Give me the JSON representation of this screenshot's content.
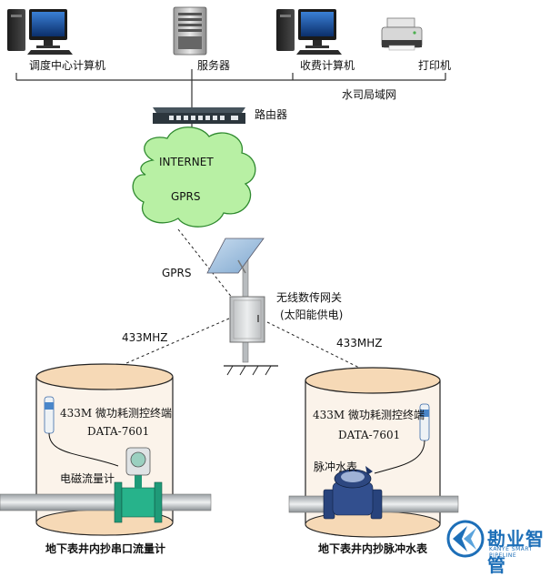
{
  "labels": {
    "dispatch_pc": "调度中心计算机",
    "server": "服务器",
    "billing_pc": "收费计算机",
    "printer": "打印机",
    "lan": "水司局域网",
    "router": "路由器",
    "internet": "INTERNET",
    "gprs_cloud": "GPRS",
    "gprs_link": "GPRS",
    "gateway_line1": "无线数传网关",
    "gateway_line2": "(太阳能供电)",
    "mhz_left": "433MHZ",
    "mhz_right": "433MHZ",
    "terminal_left_name": "433M 微功耗测控终端",
    "terminal_left_model": "DATA-7601",
    "terminal_right_name": "433M 微功耗测控终端",
    "terminal_right_model": "DATA-7601",
    "flowmeter": "电磁流量计",
    "pulse_meter": "脉冲水表",
    "caption_left": "地下表井内抄串口流量计",
    "caption_right": "地下表井内抄脉冲水表"
  },
  "brand": {
    "name_cn": "勘业智管",
    "name_en": "KANYE SMART PIPELINE"
  },
  "colors": {
    "cloud": "#b8f0a4",
    "cloud_stroke": "#2f8a2f",
    "well_fill": "#f6d9b6",
    "well_stroke": "#222222",
    "pipe": "#d0d4d6",
    "flowmeter": "#1f9a78",
    "water_meter": "#28437c",
    "brand": "#1d6fb8"
  }
}
